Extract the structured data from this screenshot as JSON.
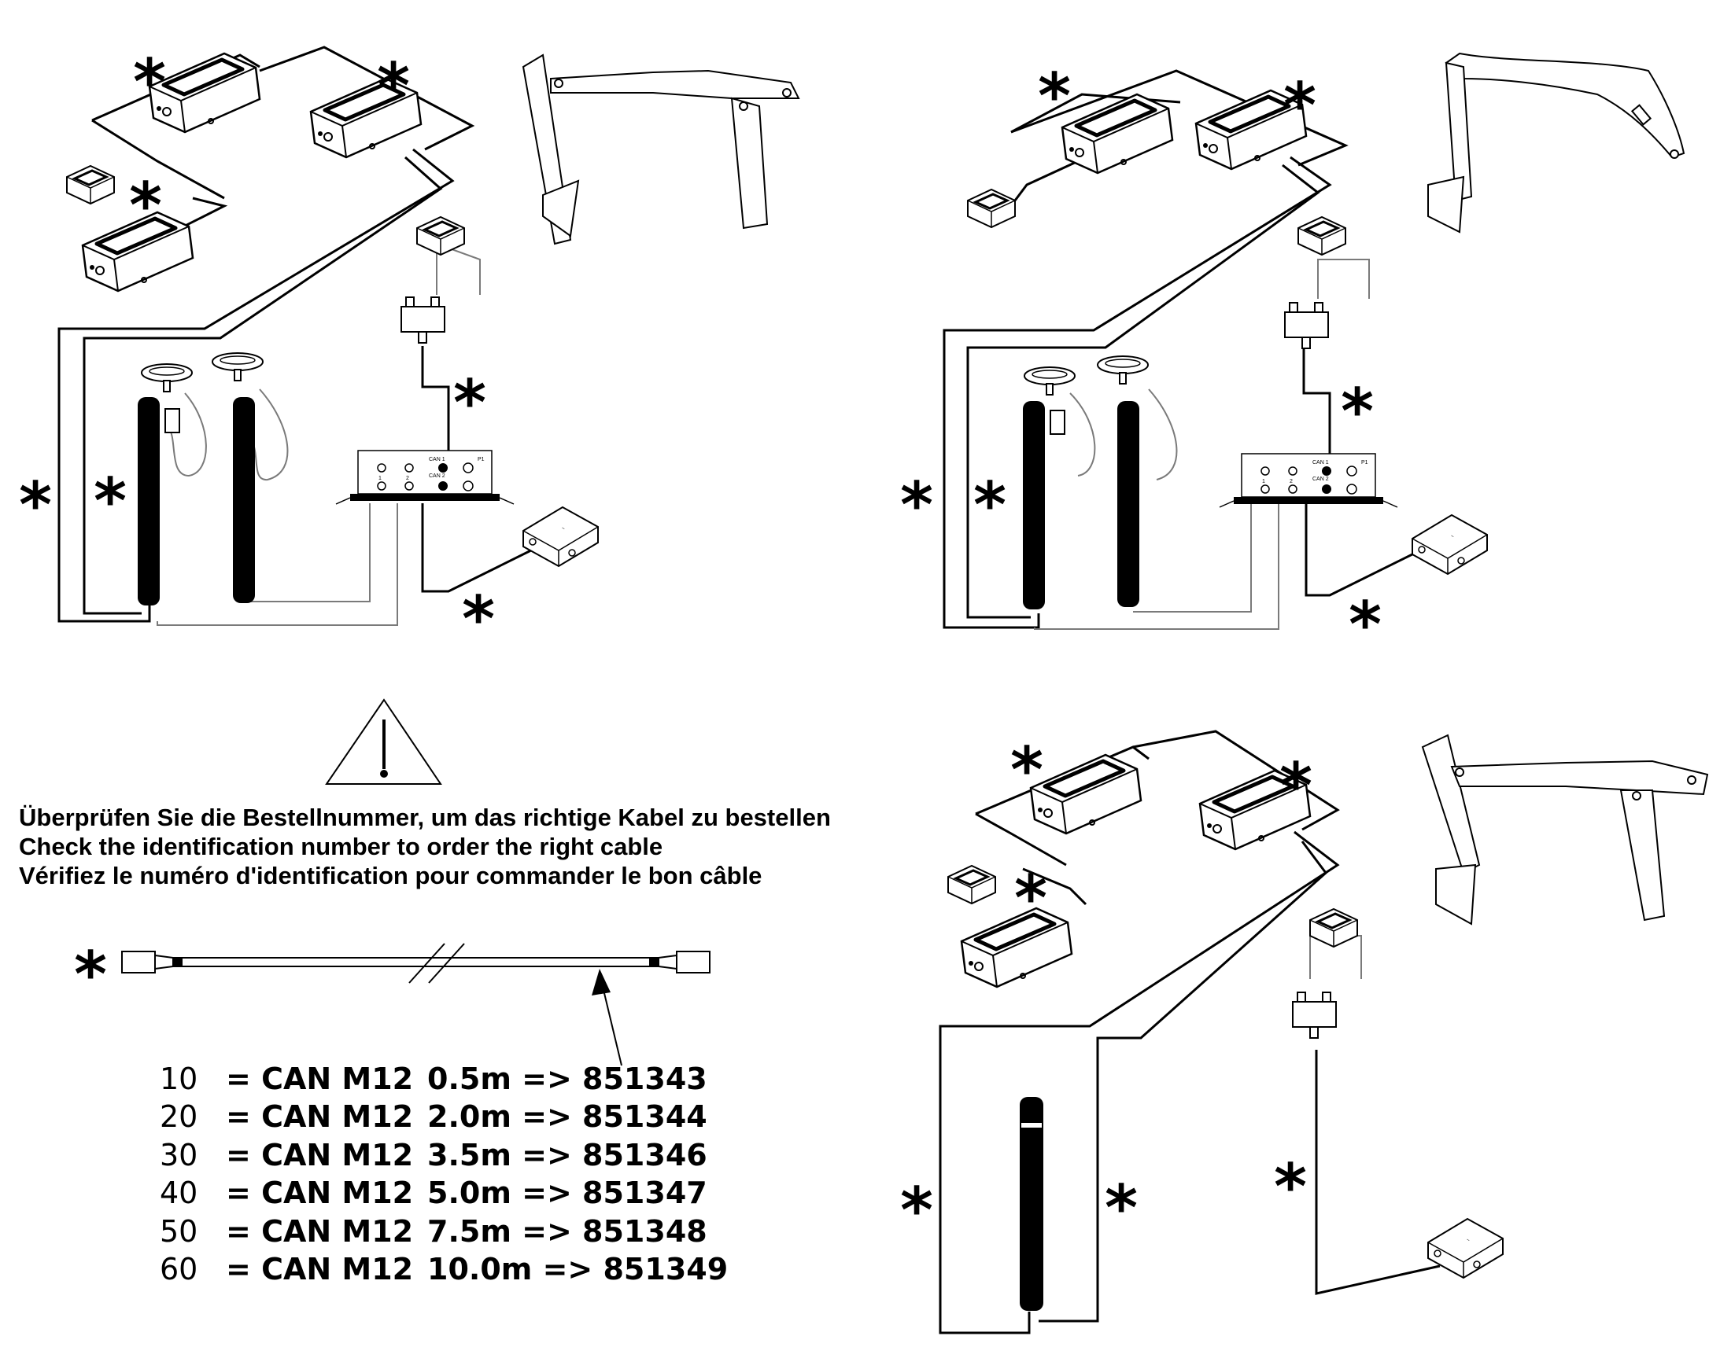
{
  "warning": {
    "icon": "warning-triangle-icon",
    "lines": [
      "Überprüfen Sie die Bestellnummer, um das richtige Kabel zu bestellen",
      "Check the identification number to order the right cable",
      "Vérifiez le numéro d'identification pour commander le bon câble"
    ]
  },
  "marker": "*",
  "cable_icon": "can-cable-icon",
  "cable_table": [
    {
      "code": "10",
      "type": "= CAN M12",
      "length": "0.5m => 851343"
    },
    {
      "code": "20",
      "type": "= CAN M12",
      "length": "2.0m => 851344"
    },
    {
      "code": "30",
      "type": "= CAN M12",
      "length": "3.5m => 851346"
    },
    {
      "code": "40",
      "type": "= CAN M12",
      "length": "5.0m => 851347"
    },
    {
      "code": "50",
      "type": "= CAN M12",
      "length": "7.5m => 851348"
    },
    {
      "code": "60",
      "type": "= CAN M12",
      "length": "10.0m => 851349"
    }
  ],
  "hub_labels": {
    "can1": "CAN 1",
    "can2": "CAN 2",
    "p1": "P1",
    "n1": "1",
    "n2": "2"
  },
  "colors": {
    "line": "#000000",
    "thin_line": "#7a7a7a",
    "background": "#ffffff"
  }
}
